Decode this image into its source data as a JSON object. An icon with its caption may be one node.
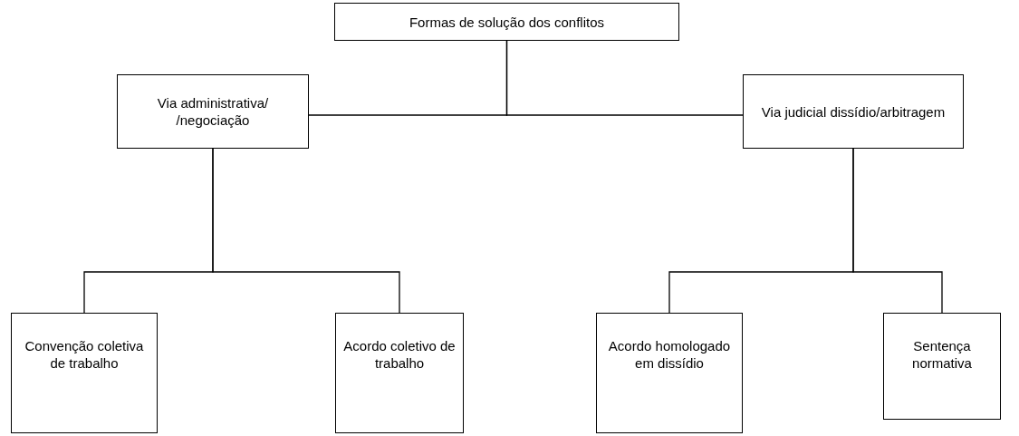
{
  "diagram": {
    "nodes": [
      {
        "text": [
          "Formas de solução dos conflitos"
        ]
      },
      {
        "text": [
          "Via administrativa/ /negociação"
        ]
      },
      {
        "text": [
          "Via judicial dissídio/arbitragem"
        ]
      },
      {
        "text": [
          "Convenção coletiva de trabalho"
        ]
      },
      {
        "text": [
          "Acordo coletivo de trabalho"
        ]
      },
      {
        "text": [
          "Acordo homologado em dissídio"
        ]
      },
      {
        "text": [
          "Sentença normativa"
        ]
      }
    ],
    "edges": [
      {
        "from": 0,
        "to": 1,
        "arrow": "none"
      },
      {
        "from": 0,
        "to": 2,
        "arrow": "none"
      },
      {
        "from": 1,
        "to": 3,
        "arrow": "none"
      },
      {
        "from": 1,
        "to": 4,
        "arrow": "none"
      },
      {
        "from": 2,
        "to": 5,
        "arrow": "none"
      },
      {
        "from": 2,
        "to": 6,
        "arrow": "none"
      }
    ]
  }
}
